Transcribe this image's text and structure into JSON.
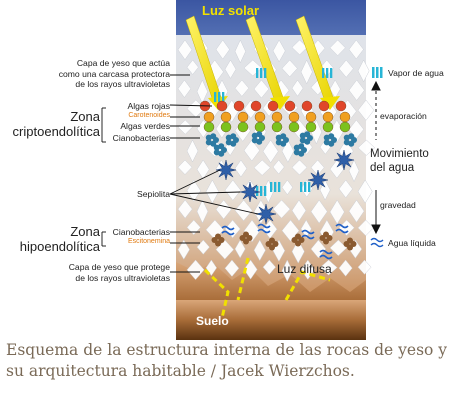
{
  "diagram": {
    "sunlight_label": "Luz solar",
    "diffuse_light_label": "Luz difusa",
    "soil_label": "Suelo",
    "left_labels": {
      "gypsum_top": "Capa de yeso que actúa\ncomo una carcasa protectora\nde los rayos ultravioletas",
      "crypto_zone": "Zona\ncriptoendolítica",
      "algas_rojas": "Algas rojas",
      "carotenoides": "Carotenoides",
      "algas_verdes": "Algas verdes",
      "cianobacterias_1": "Cianobacterias",
      "sepiolita": "Sepiolita",
      "hypo_zone": "Zona\nhipoendolítica",
      "cianobacterias_2": "Cianobacterias",
      "escitonemina": "Escitonemina",
      "gypsum_bottom": "Capa de yeso que protege\nde los rayos ultravioletas"
    },
    "right_labels": {
      "vapor": "Vapor de agua",
      "evaporacion": "evaporación",
      "movimiento": "Movimiento\ndel agua",
      "gravedad": "gravedad",
      "agua_liquida": "Agua líquida"
    },
    "colors": {
      "sky": "#3d5da8",
      "gypsum": "#ffffff",
      "soil": "#8a5a2a",
      "sun_ray": "#f1e000",
      "water": "#27b5d6",
      "red_algae": "#e0462a",
      "green_algae": "#7cc21e",
      "cyanobacteria": "#2d7aa2",
      "scytonemin": "#8a5a30"
    }
  },
  "caption": "Esquema de la estructura interna de las rocas de yeso y\nsu arquitectura habitable / Jacek Wierzchos."
}
